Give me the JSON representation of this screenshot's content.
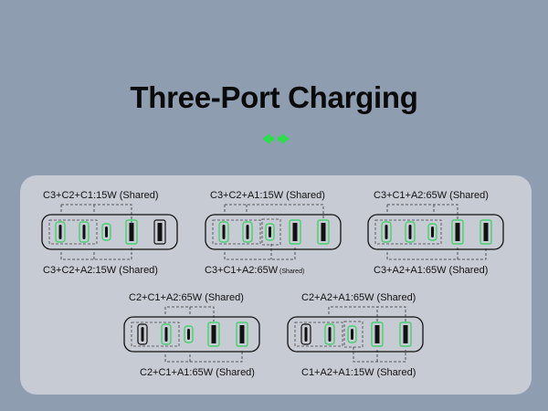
{
  "title": "Three-Port Charging",
  "icons": {
    "arrows": "left-right-arrows-icon"
  },
  "colors": {
    "port_outline": "#2fd45a",
    "arrow": "#27e04a",
    "background": "#8f9db0",
    "panel": "#c6cbd4"
  },
  "chargers": [
    {
      "top_label": "C3+C2+C1:15W (Shared)",
      "bottom_label": "C3+C2+A2:15W",
      "bottom_suffix": " (Shared)"
    },
    {
      "top_label": "C3+C2+A1:15W (Shared)",
      "bottom_label": "C3+C1+A2:65W",
      "bottom_suffix": " (Shared)"
    },
    {
      "top_label": "C3+C1+A2:65W (Shared)",
      "bottom_label": "C3+A2+A1:65W",
      "bottom_suffix": " (Shared)"
    },
    {
      "top_label": "C2+C1+A2:65W (Shared)",
      "bottom_label": "C2+C1+A1:65W",
      "bottom_suffix": " (Shared)"
    },
    {
      "top_label": "C2+A2+A1:65W (Shared)",
      "bottom_label": "C1+A2+A1:15W",
      "bottom_suffix": " (Shared)"
    }
  ]
}
